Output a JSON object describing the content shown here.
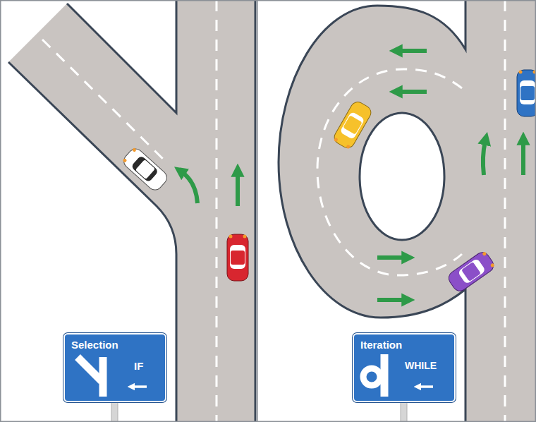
{
  "diagram": {
    "nodes": [
      {
        "text": [
          "Selection",
          "IF"
        ]
      },
      {
        "text": [
          "Iteration",
          "WHILE"
        ]
      }
    ]
  }
}
